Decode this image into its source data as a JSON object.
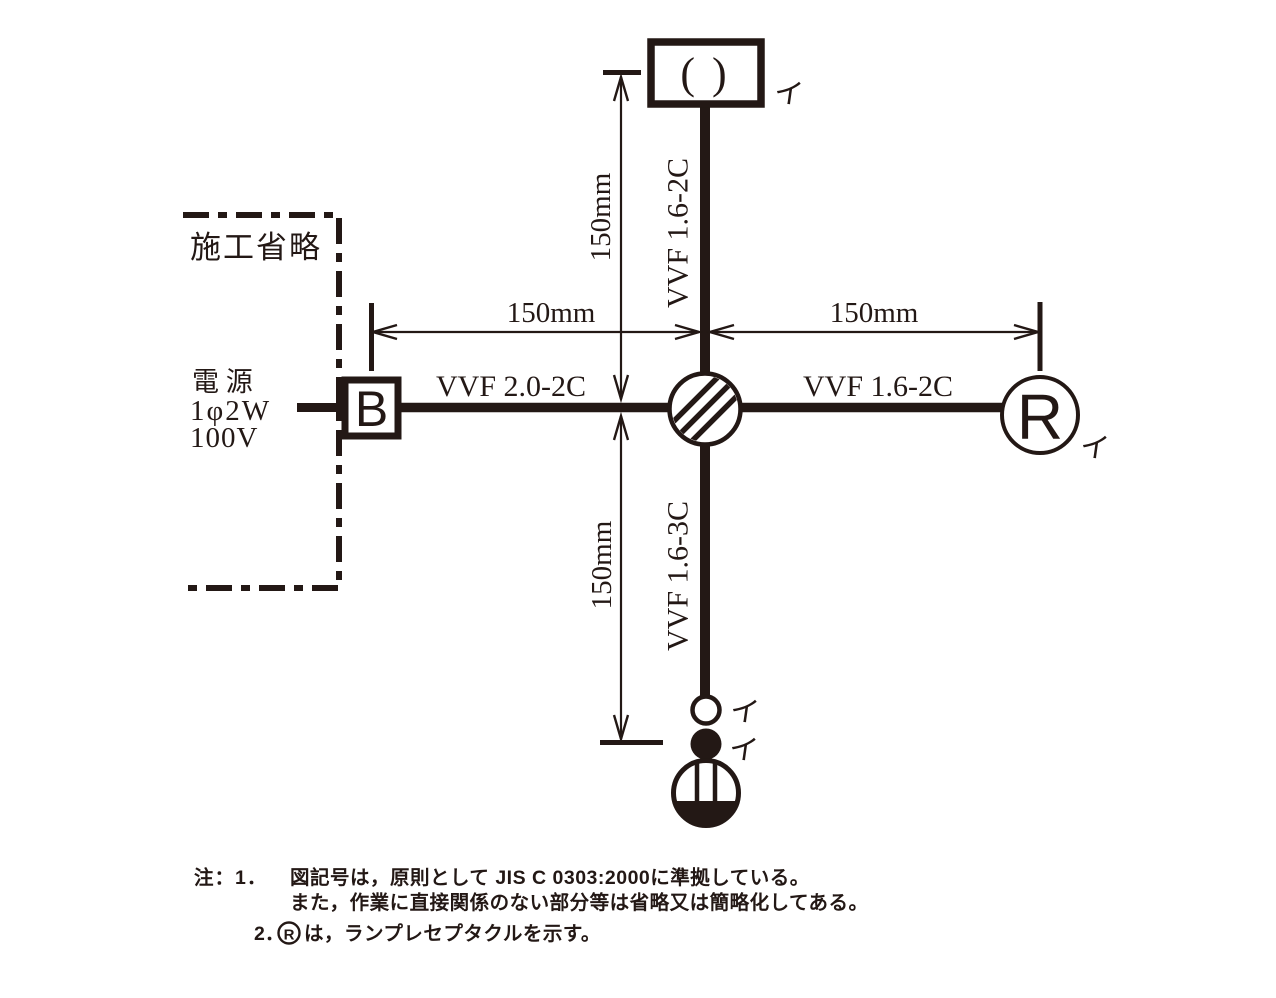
{
  "diagram": {
    "omitted_label": "施工省略",
    "power": {
      "l1": "電 源",
      "l2": "1φ2W",
      "l3": "100V"
    },
    "breaker": "B",
    "fixture": "( )",
    "receptacle": "R",
    "marks": {
      "fixture": "イ",
      "receptacle": "イ",
      "pilot": "イ",
      "switch": "イ"
    },
    "cables": {
      "top": "VVF 1.6-2C",
      "left": "VVF 2.0-2C",
      "right": "VVF 1.6-2C",
      "bottom": "VVF 1.6-3C"
    },
    "dims": {
      "top": "150mm",
      "bottom": "150mm",
      "left": "150mm",
      "right": "150mm"
    }
  },
  "notes": {
    "n1_head": "注：1．",
    "n1_line1": "図記号は，原則として JIS C 0303:2000に準拠している。",
    "n1_line2": "また，作業に直接関係のない部分等は省略又は簡略化してある。",
    "n2_head": "2．",
    "n2_symbol": "R",
    "n2_text": "は，ランプレセプタクルを示す。"
  },
  "colors": {
    "ink": "#231815",
    "background": "#ffffff"
  }
}
